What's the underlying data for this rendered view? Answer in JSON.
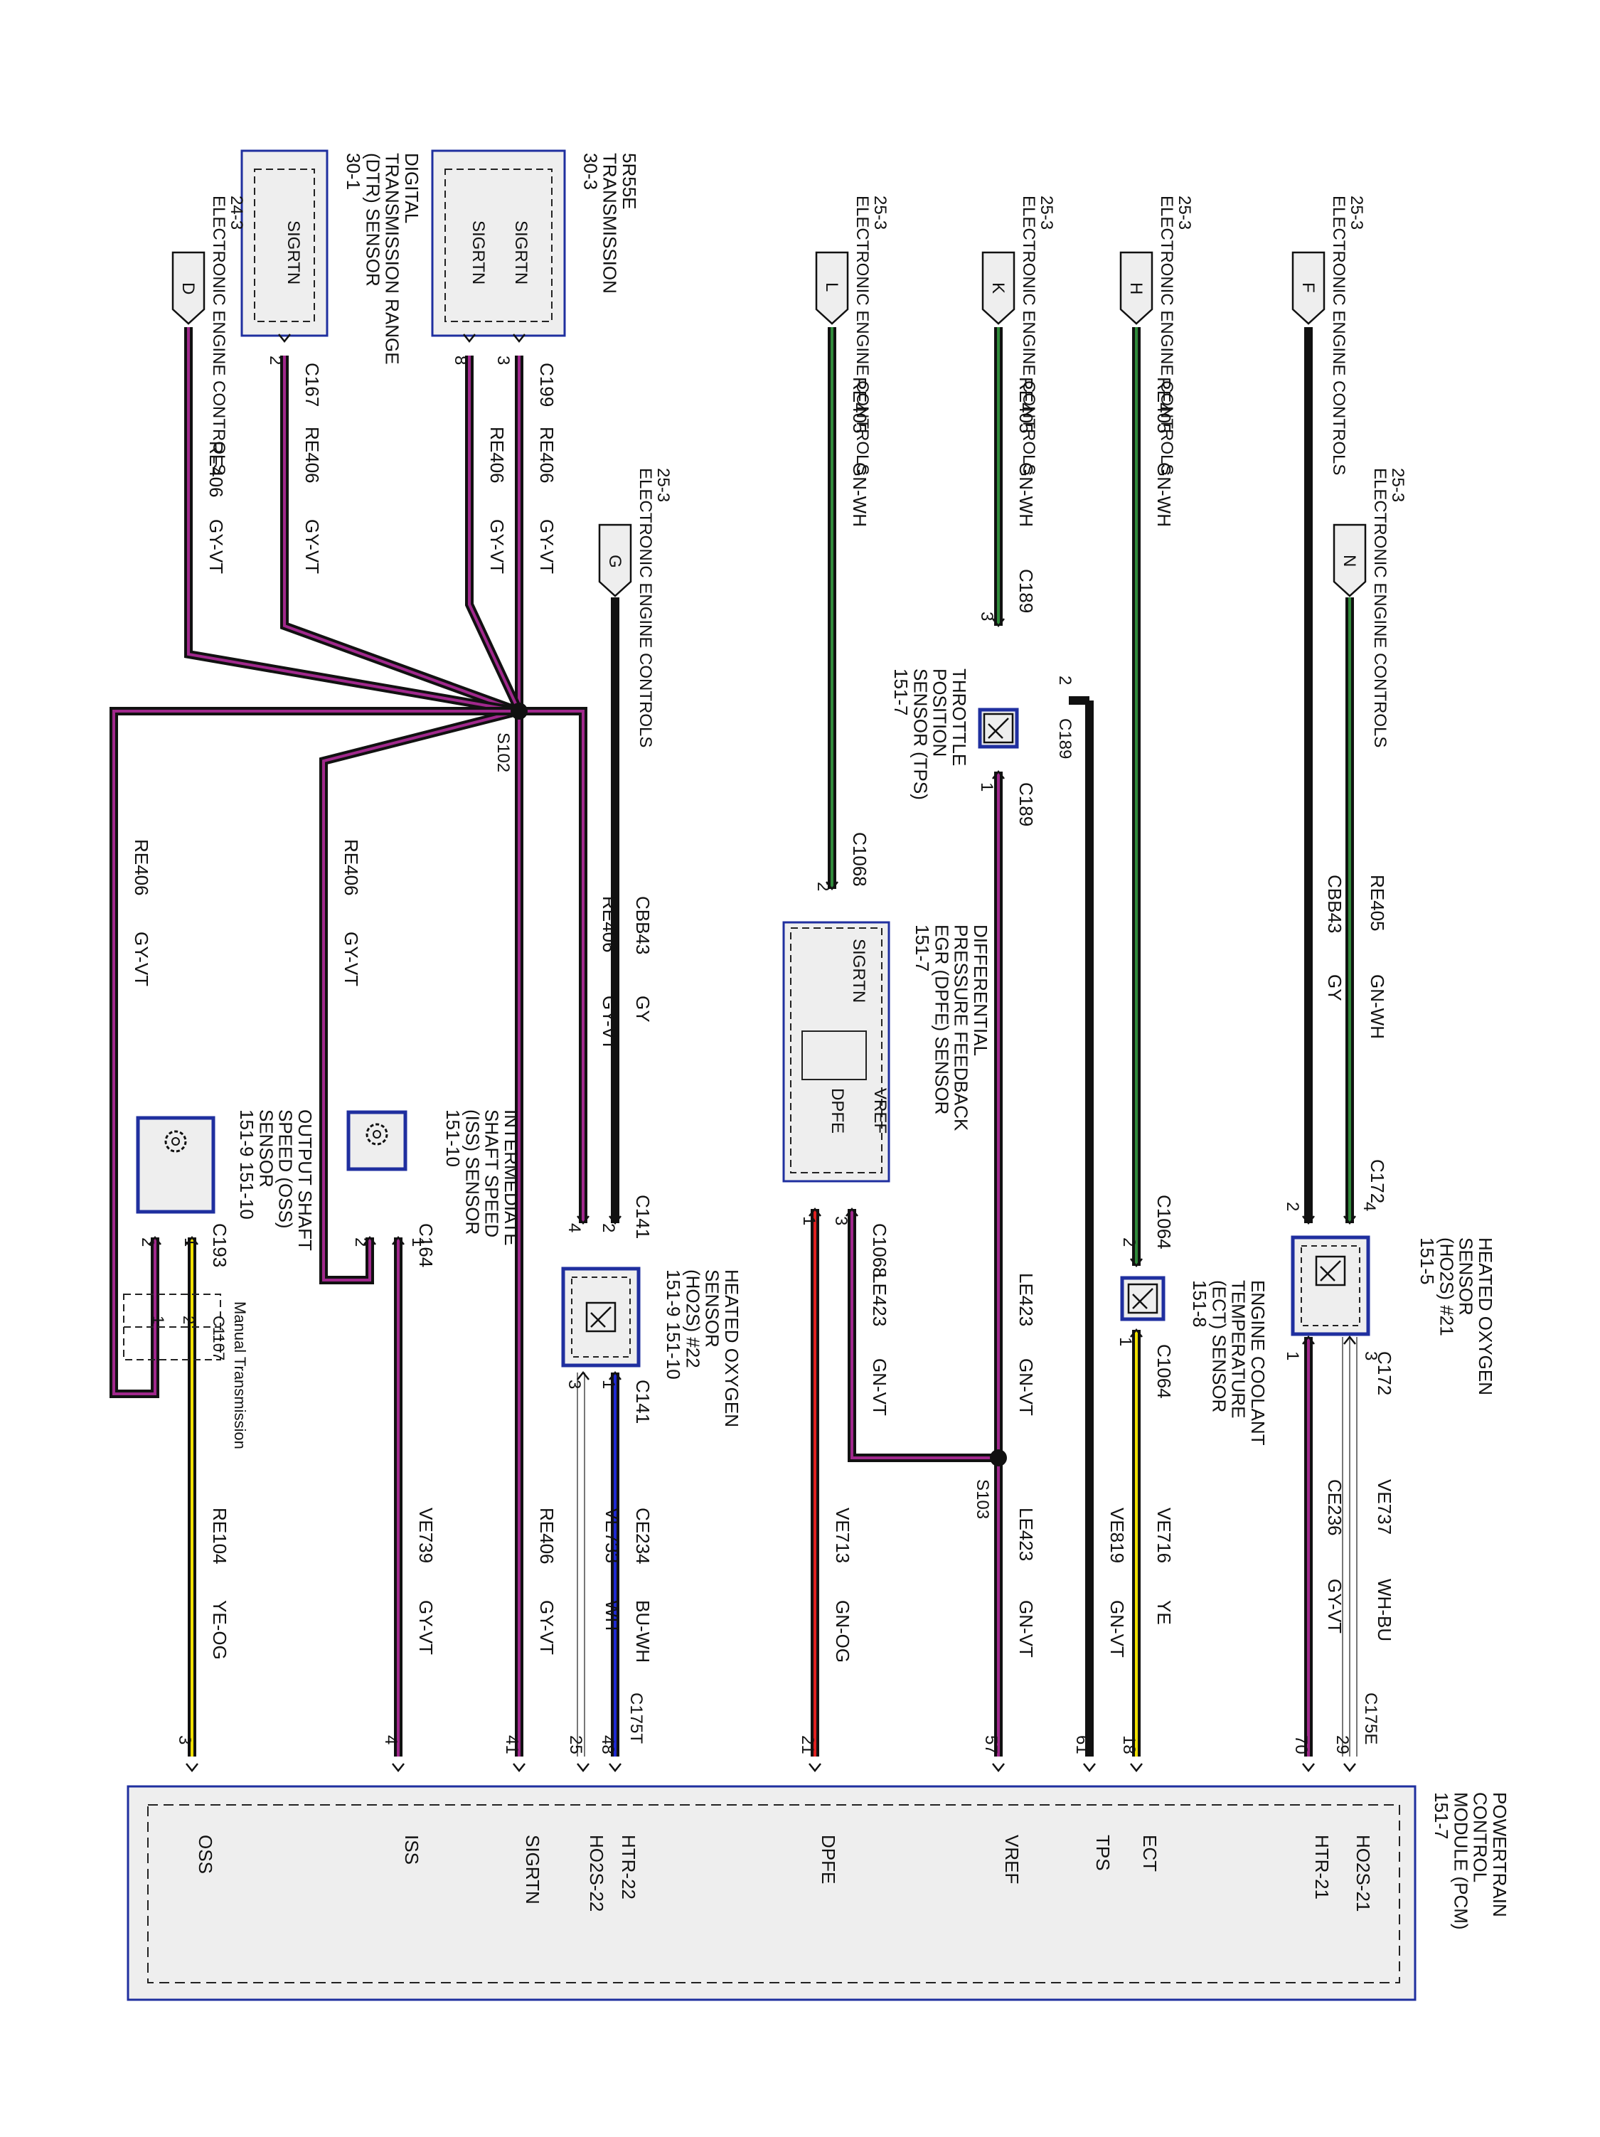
{
  "pcm": {
    "title_lines": [
      "POWERTRAIN",
      "CONTROL",
      "MODULE (PCM)",
      "151-7"
    ],
    "pins": [
      {
        "label": "HO2S-21",
        "pin": "29",
        "conn": "C175E"
      },
      {
        "label": "HTR-21",
        "pin": "70",
        "conn": ""
      },
      {
        "label": "ECT",
        "pin": "18",
        "conn": ""
      },
      {
        "label": "TPS",
        "pin": "61",
        "conn": ""
      },
      {
        "label": "VREF",
        "pin": "57",
        "conn": ""
      },
      {
        "label": "DPFE",
        "pin": "21",
        "conn": ""
      },
      {
        "label": "HTR-22",
        "pin": "48",
        "conn": "C175T"
      },
      {
        "label": "HO2S-22",
        "pin": "25",
        "conn": ""
      },
      {
        "label": "SIGRTN",
        "pin": "41",
        "conn": ""
      },
      {
        "label": "ISS",
        "pin": "4",
        "conn": ""
      },
      {
        "label": "OSS",
        "pin": "3",
        "conn": ""
      }
    ]
  },
  "offpage": [
    {
      "letter": "F",
      "ref_lines": [
        "25-3",
        "ELECTRONIC ENGINE CONTROLS"
      ]
    },
    {
      "letter": "N",
      "ref_lines": [
        "25-3",
        "ELECTRONIC ENGINE CONTROLS"
      ]
    },
    {
      "letter": "H",
      "ref_lines": [
        "25-3",
        "ELECTRONIC ENGINE CONTROLS"
      ]
    },
    {
      "letter": "K",
      "ref_lines": [
        "25-3",
        "ELECTRONIC ENGINE CONTROLS"
      ]
    },
    {
      "letter": "L",
      "ref_lines": [
        "25-3",
        "ELECTRONIC ENGINE CONTROLS"
      ]
    },
    {
      "letter": "G",
      "ref_lines": [
        "25-3",
        "ELECTRONIC ENGINE CONTROLS"
      ]
    },
    {
      "letter": "D",
      "ref_lines": [
        "24-3",
        "ELECTRONIC ENGINE CONTROLS"
      ]
    }
  ],
  "components": [
    {
      "name": "ho2s21",
      "lines": [
        "HEATED OXYGEN",
        "SENSOR",
        "(HO2S) #21",
        "151-5"
      ]
    },
    {
      "name": "ect",
      "lines": [
        "ENGINE COOLANT",
        "TEMPERATURE",
        "(ECT) SENSOR",
        "151-8"
      ]
    },
    {
      "name": "tps",
      "lines": [
        "THROTTLE",
        "POSITION",
        "SENSOR (TPS)",
        "151-7"
      ]
    },
    {
      "name": "dpfe",
      "lines": [
        "DIFFERENTIAL",
        "PRESSURE FEEDBACK",
        "EGR (DPFE) SENSOR",
        "151-7"
      ],
      "pins": [
        "SIGRTN",
        "VREF",
        "DPFE"
      ]
    },
    {
      "name": "ho2s22",
      "lines": [
        "HEATED OXYGEN",
        "SENSOR",
        "(HO2S) #22",
        "151-9   151-10"
      ]
    },
    {
      "name": "iss",
      "lines": [
        "INTERMEDIATE",
        "SHAFT SPEED",
        "(ISS) SENSOR",
        "151-10"
      ]
    },
    {
      "name": "oss",
      "lines": [
        "OUTPUT SHAFT",
        "SPEED (OSS)",
        "SENSOR",
        "151-9   151-10"
      ]
    },
    {
      "name": "trans",
      "lines": [
        "5R55E",
        "TRANSMISSION",
        "30-3"
      ],
      "pins": [
        "SIGRTN",
        "SIGRTN"
      ]
    },
    {
      "name": "dtr",
      "lines": [
        "DIGITAL",
        "TRANSMISSION RANGE",
        "(DTR) SENSOR",
        "30-1"
      ],
      "pins": [
        "SIGRTN"
      ]
    }
  ],
  "manual_trans_label": "Manual Transmission",
  "splices": [
    "S102",
    "S103"
  ],
  "texts": [
    {
      "t": "RE405"
    },
    {
      "t": "GN-WH"
    },
    {
      "t": "CBB43"
    },
    {
      "t": "GY"
    },
    {
      "t": "C172"
    },
    {
      "t": "4"
    },
    {
      "t": "2"
    },
    {
      "t": "3"
    },
    {
      "t": "1"
    },
    {
      "t": "C172"
    },
    {
      "t": "VE737"
    },
    {
      "t": "WH-BU"
    },
    {
      "t": "CE236"
    },
    {
      "t": "GY-VT"
    },
    {
      "t": "RE405"
    },
    {
      "t": "GN-WH"
    },
    {
      "t": "C1064"
    },
    {
      "t": "2"
    },
    {
      "t": "1"
    },
    {
      "t": "C1064"
    },
    {
      "t": "VE716"
    },
    {
      "t": "YE"
    },
    {
      "t": "VE819"
    },
    {
      "t": "GN-VT"
    },
    {
      "t": "RE405"
    },
    {
      "t": "GN-WH"
    },
    {
      "t": "C189"
    },
    {
      "t": "3"
    },
    {
      "t": "2"
    },
    {
      "t": "C189"
    },
    {
      "t": "1"
    },
    {
      "t": "C189"
    },
    {
      "t": "LE423"
    },
    {
      "t": "GN-VT"
    },
    {
      "t": "LE423"
    },
    {
      "t": "GN-VT"
    },
    {
      "t": "RE405"
    },
    {
      "t": "GN-WH"
    },
    {
      "t": "C1068"
    },
    {
      "t": "2"
    },
    {
      "t": "C1068"
    },
    {
      "t": "1"
    },
    {
      "t": "3"
    },
    {
      "t": "LE423"
    },
    {
      "t": "GN-VT"
    },
    {
      "t": "VE713"
    },
    {
      "t": "GN-OG"
    },
    {
      "t": "CBB43"
    },
    {
      "t": "GY"
    },
    {
      "t": "RE406"
    },
    {
      "t": "GY-VT"
    },
    {
      "t": "C141"
    },
    {
      "t": "2"
    },
    {
      "t": "4"
    },
    {
      "t": "1"
    },
    {
      "t": "3"
    },
    {
      "t": "C141"
    },
    {
      "t": "CE234"
    },
    {
      "t": "BU-WH"
    },
    {
      "t": "VE733"
    },
    {
      "t": "WH"
    },
    {
      "t": "C199"
    },
    {
      "t": "RE406"
    },
    {
      "t": "GY-VT"
    },
    {
      "t": "3"
    },
    {
      "t": "8"
    },
    {
      "t": "RE406"
    },
    {
      "t": "GY-VT"
    },
    {
      "t": "C167"
    },
    {
      "t": "2"
    },
    {
      "t": "RE406"
    },
    {
      "t": "GY-VT"
    },
    {
      "t": "RE406"
    },
    {
      "t": "GY-VT"
    },
    {
      "t": "RE406"
    },
    {
      "t": "GY-VT"
    },
    {
      "t": "RE406"
    },
    {
      "t": "GY-VT"
    },
    {
      "t": "RE406"
    },
    {
      "t": "GY-VT"
    },
    {
      "t": "C164"
    },
    {
      "t": "1"
    },
    {
      "t": "2"
    },
    {
      "t": "VE739"
    },
    {
      "t": "GY-VT"
    },
    {
      "t": "C193"
    },
    {
      "t": "1"
    },
    {
      "t": "2"
    },
    {
      "t": "C1107"
    },
    {
      "t": "1"
    },
    {
      "t": "2"
    },
    {
      "t": "RE104"
    },
    {
      "t": "YE-OG"
    }
  ],
  "colors": {
    "black": "#111111",
    "violet": "#a0288c",
    "green": "#2f8a3a",
    "yellow": "#f0e000",
    "red": "#e02020",
    "blue": "#1e2ad0",
    "grey": "#888888",
    "box": "#1f2f9f",
    "fill": "#eeeeee"
  }
}
